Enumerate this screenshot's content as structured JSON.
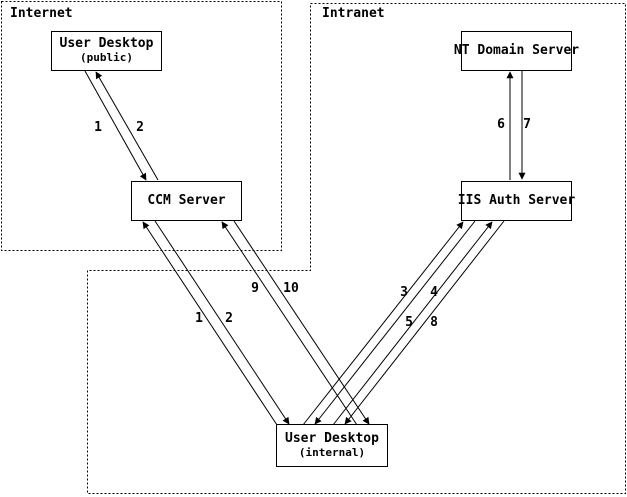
{
  "colors": {
    "foreground": "#000000",
    "background": "#ffffff"
  },
  "regions": {
    "internet": {
      "label": "Internet"
    },
    "intranet": {
      "label": "Intranet"
    }
  },
  "nodes": {
    "user_desktop_public": {
      "title": "User Desktop",
      "subtitle": "(public)"
    },
    "ccm_server": {
      "title": "CCM Server"
    },
    "nt_domain_server": {
      "title": "NT Domain Server"
    },
    "iis_auth_server": {
      "title": "IIS Auth Server"
    },
    "user_desktop_internal": {
      "title": "User Desktop",
      "subtitle": "(internal)"
    }
  },
  "edges": {
    "p1": {
      "label": "1",
      "from": "user-desktop-public",
      "to": "ccm-server"
    },
    "p2": {
      "label": "2",
      "from": "ccm-server",
      "to": "user-desktop-public"
    },
    "i1": {
      "label": "1",
      "from": "user-desktop-internal",
      "to": "ccm-server"
    },
    "i2": {
      "label": "2",
      "from": "ccm-server",
      "to": "user-desktop-internal"
    },
    "i9": {
      "label": "9",
      "from": "user-desktop-internal",
      "to": "ccm-server"
    },
    "i10": {
      "label": "10",
      "from": "ccm-server",
      "to": "user-desktop-internal"
    },
    "a3": {
      "label": "3",
      "from": "user-desktop-internal",
      "to": "iis-auth-server"
    },
    "a4": {
      "label": "4",
      "from": "iis-auth-server",
      "to": "user-desktop-internal"
    },
    "a5": {
      "label": "5",
      "from": "user-desktop-internal",
      "to": "iis-auth-server"
    },
    "a8": {
      "label": "8",
      "from": "iis-auth-server",
      "to": "user-desktop-internal"
    },
    "n6": {
      "label": "6",
      "from": "iis-auth-server",
      "to": "nt-domain-server"
    },
    "n7": {
      "label": "7",
      "from": "nt-domain-server",
      "to": "iis-auth-server"
    }
  }
}
